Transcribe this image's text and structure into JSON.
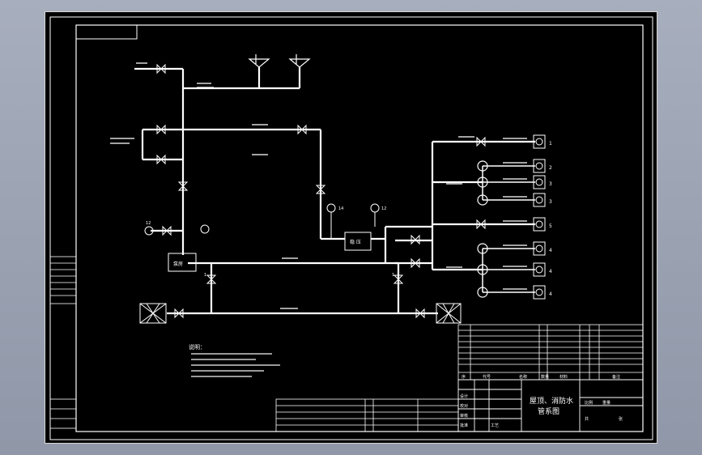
{
  "drawing": {
    "title_line1": "屋顶、消防水",
    "title_line2": "管系图",
    "notes_heading": "说明："
  },
  "equipment": {
    "pump_room_left": "泵房",
    "pump_room_mid": "稳 压",
    "pump_label_left": "1",
    "pump_label_right": "1"
  },
  "outlets": [
    {
      "id": "outlet-1",
      "num": "1"
    },
    {
      "id": "outlet-2",
      "num": "2"
    },
    {
      "id": "outlet-3",
      "num": "3"
    },
    {
      "id": "outlet-4",
      "num": "3"
    },
    {
      "id": "outlet-5",
      "num": "5"
    },
    {
      "id": "outlet-6",
      "num": "4"
    },
    {
      "id": "outlet-7",
      "num": "4"
    },
    {
      "id": "outlet-8",
      "num": "4"
    }
  ],
  "gauges": [
    "12",
    "14",
    "12"
  ],
  "title_block": {
    "header_cells": [
      "序",
      "代号",
      "名称",
      "数量",
      "材料",
      "备注"
    ],
    "sign_cells": [
      "设计",
      "校对",
      "审核",
      "批准",
      "工艺"
    ],
    "scale_cells": [
      "比例",
      "重量",
      "共",
      "张"
    ]
  }
}
